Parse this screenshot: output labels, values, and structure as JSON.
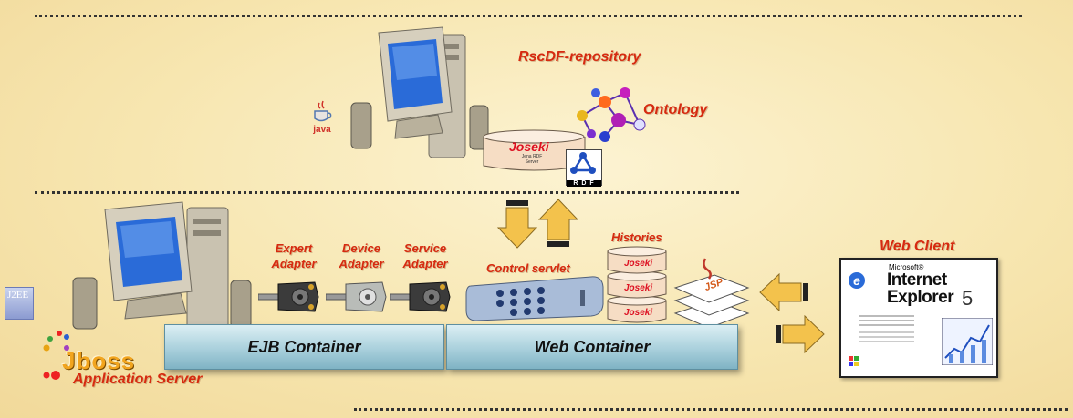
{
  "labels": {
    "repository": "RscDF-repository",
    "ontology": "Ontology",
    "expert_adapter": "Expert Adapter",
    "device_adapter": "Device Adapter",
    "service_adapter": "Service Adapter",
    "control_servlet": "Control servlet",
    "histories": "Histories",
    "web_client": "Web Client",
    "ejb_container": "EJB Container",
    "web_container": "Web Container",
    "application_server": "Application Server"
  },
  "logos": {
    "java": "java",
    "j2ee": "J2EE",
    "jboss": "Jboss",
    "joseki": "Joseki",
    "joseki_sub": "Jena RDF Server",
    "rdf": "R D F",
    "jsp": "JSP",
    "ie_microsoft": "Microsoft®",
    "ie_internet": "Internet",
    "ie_explorer": "Explorer",
    "ie_version": "5"
  },
  "colors": {
    "label_red": "#d62a10",
    "container_blue": "#a9d0dc",
    "arrow_orange": "#f3c24c",
    "background": "#f7e6b0"
  }
}
